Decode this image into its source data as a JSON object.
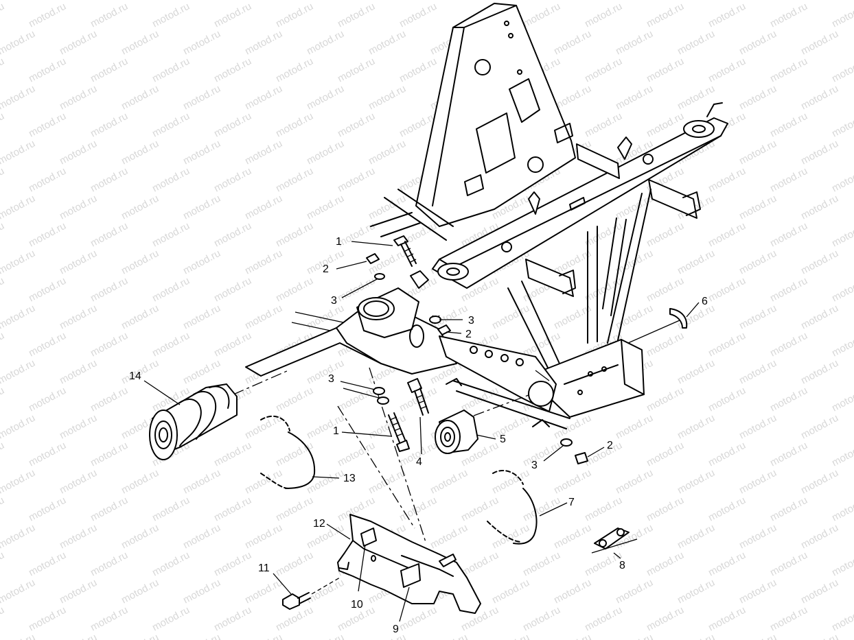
{
  "watermark": "motod.ru",
  "callouts": [
    {
      "id": "c1a",
      "label": "1"
    },
    {
      "id": "c2a",
      "label": "2"
    },
    {
      "id": "c3a",
      "label": "3"
    },
    {
      "id": "c3b",
      "label": "3"
    },
    {
      "id": "c2b",
      "label": "2"
    },
    {
      "id": "c6",
      "label": "6"
    },
    {
      "id": "c14",
      "label": "14"
    },
    {
      "id": "c3c",
      "label": "3"
    },
    {
      "id": "c1b",
      "label": "1"
    },
    {
      "id": "c4",
      "label": "4"
    },
    {
      "id": "c5",
      "label": "5"
    },
    {
      "id": "c3d",
      "label": "3"
    },
    {
      "id": "c2c",
      "label": "2"
    },
    {
      "id": "c13",
      "label": "13"
    },
    {
      "id": "c7",
      "label": "7"
    },
    {
      "id": "c12",
      "label": "12"
    },
    {
      "id": "c11",
      "label": "11"
    },
    {
      "id": "c10",
      "label": "10"
    },
    {
      "id": "c9",
      "label": "9"
    },
    {
      "id": "c8",
      "label": "8"
    }
  ]
}
